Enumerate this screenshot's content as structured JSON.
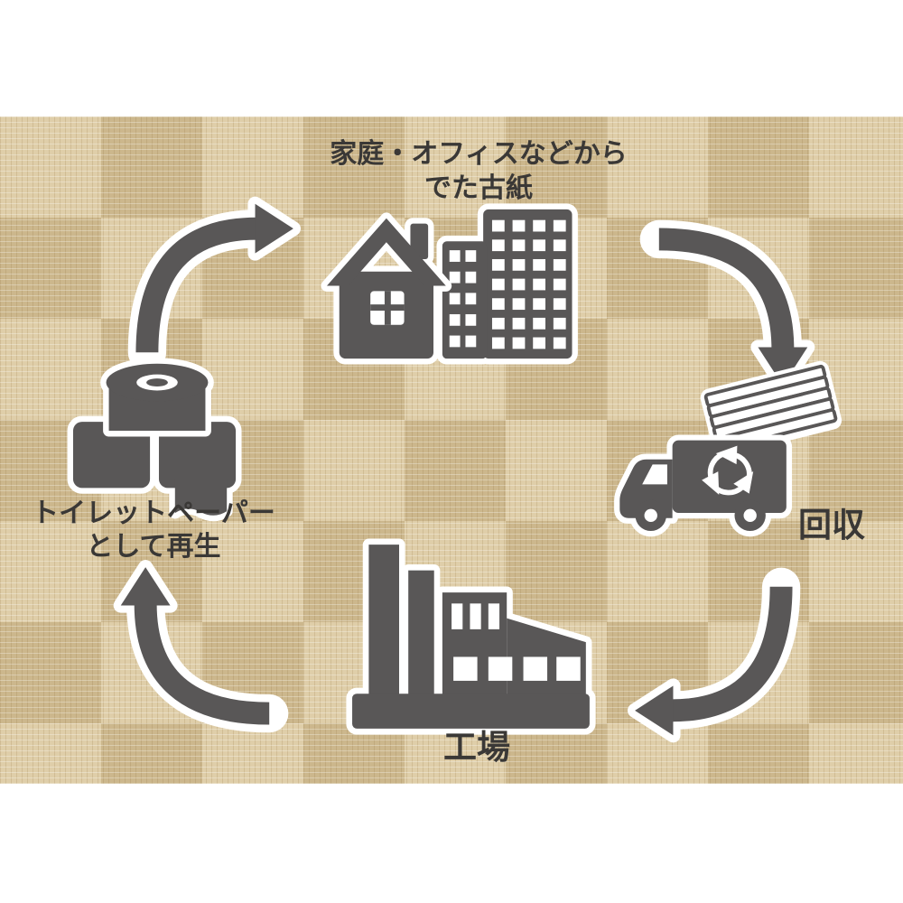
{
  "labels": {
    "source_line1": "家庭・オフィスなどから",
    "source_line2": "でた古紙",
    "collection": "回収",
    "factory": "工場",
    "recycle_line1": "トイレットペーパー",
    "recycle_line2": "として再生"
  },
  "icons": {
    "source": "house-and-office-buildings-icon",
    "collection": "recycling-truck-with-paper-stack-icon",
    "factory": "factory-icon",
    "recycle": "toilet-paper-rolls-icon",
    "arrows": "curved-cycle-arrow-icon"
  },
  "colors": {
    "icon_gray": "#595757",
    "text": "#3a3836",
    "sticker_outline": "#ffffff",
    "background_texture": "#d8c79e",
    "page_background": "#ffffff"
  }
}
